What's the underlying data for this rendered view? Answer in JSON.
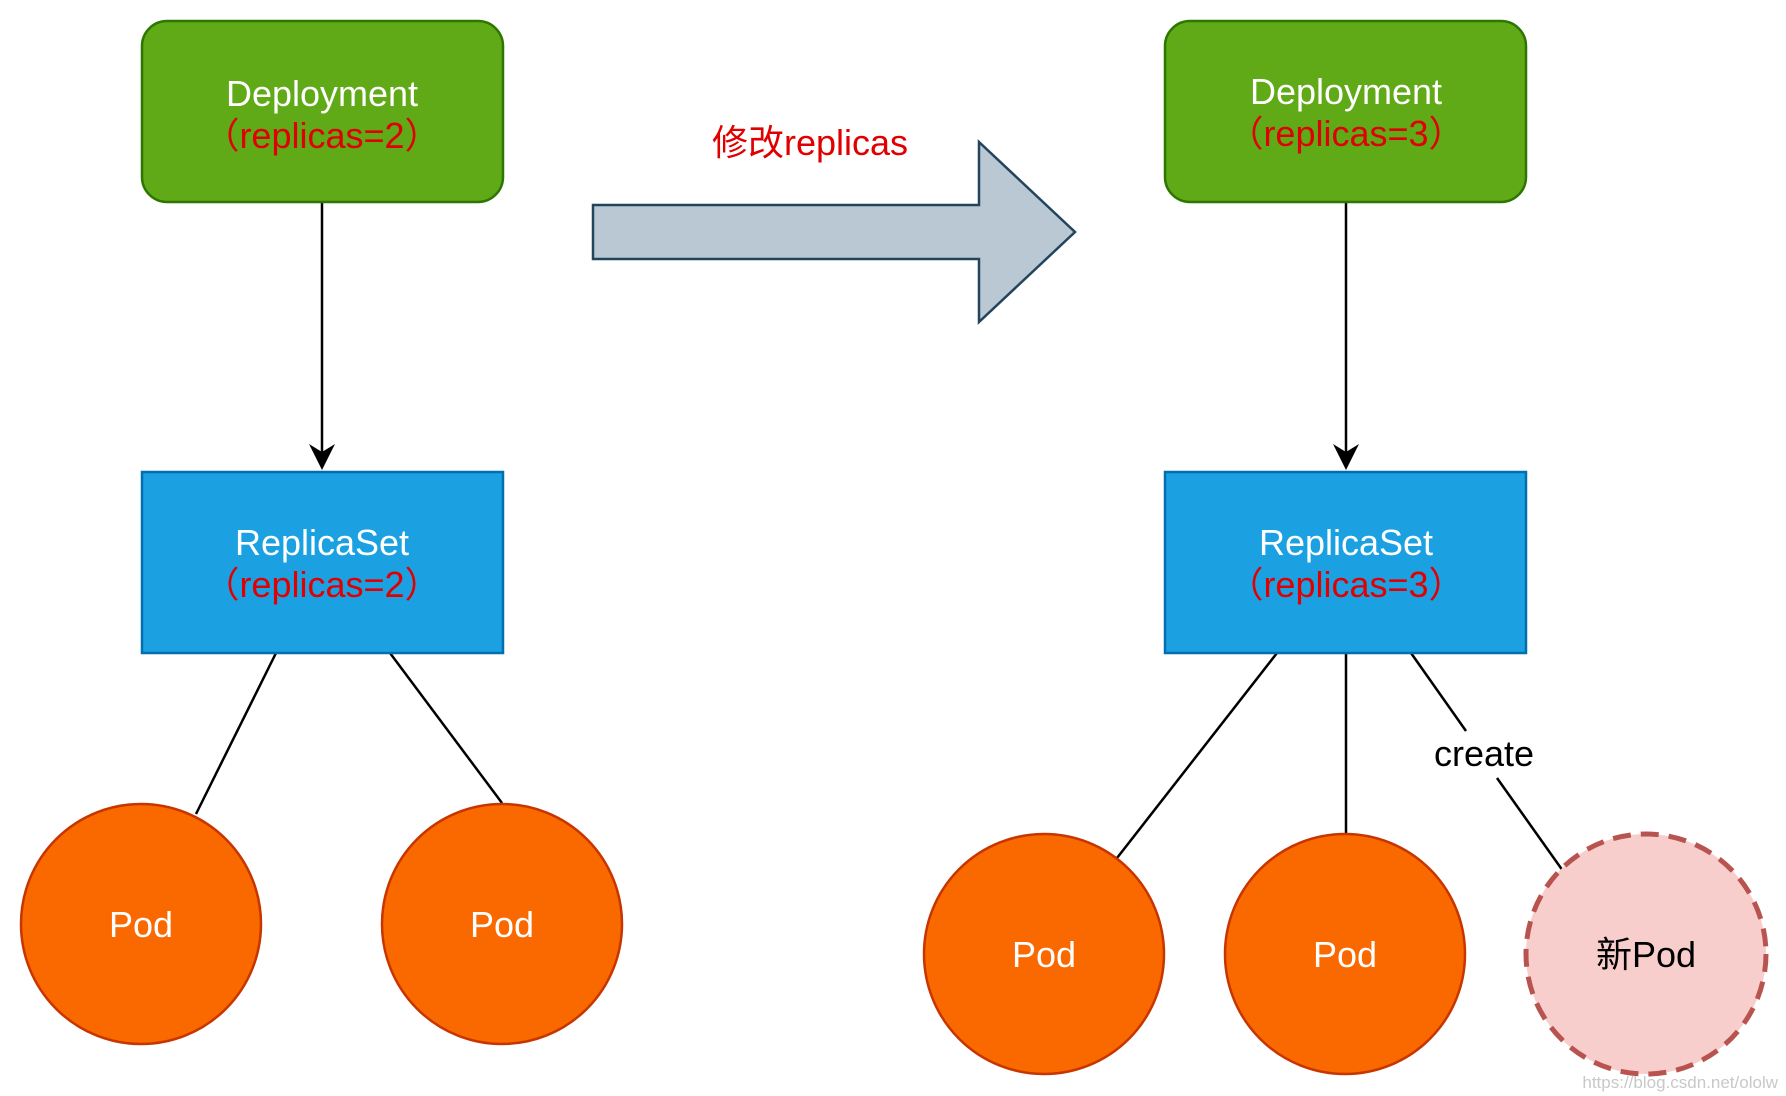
{
  "colors": {
    "deployment_fill": "#60a917",
    "deployment_stroke": "#2d7600",
    "replicaset_fill": "#1ba1e2",
    "replicaset_stroke": "#006eaf",
    "pod_fill": "#fa6800",
    "pod_stroke": "#c73500",
    "new_pod_fill": "#f8cecc",
    "new_pod_stroke": "#b85450",
    "highlight_text": "#e00000",
    "white_text": "#ffffff",
    "arrow_fill": "#bac8d3",
    "arrow_stroke": "#23445d",
    "line": "#000000"
  },
  "left": {
    "deployment": {
      "name": "Deployment",
      "replicas": "（replicas=2）"
    },
    "replicaset": {
      "name": "ReplicaSet",
      "replicas": "（replicas=2）"
    },
    "pods": [
      "Pod",
      "Pod"
    ]
  },
  "transition": {
    "label": "修改replicas"
  },
  "right": {
    "deployment": {
      "name": "Deployment",
      "replicas": "（replicas=3）"
    },
    "replicaset": {
      "name": "ReplicaSet",
      "replicas": "（replicas=3）"
    },
    "pods": [
      "Pod",
      "Pod"
    ],
    "new_pod": {
      "label": "新Pod",
      "edge_label": "create"
    }
  },
  "watermark": "https://blog.csdn.net/ololw"
}
